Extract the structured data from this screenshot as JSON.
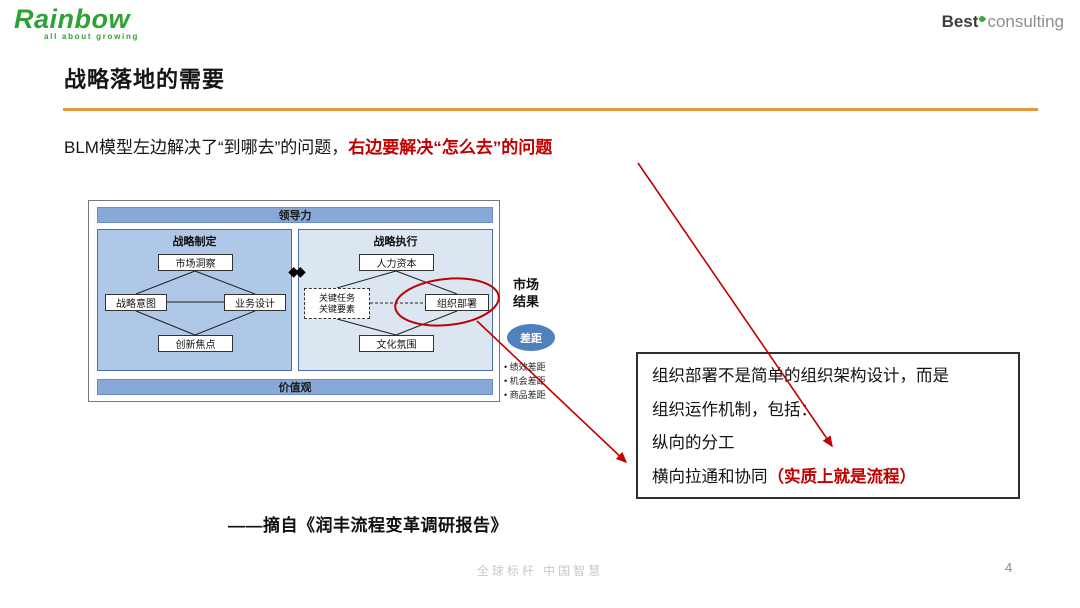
{
  "header": {
    "brand_left": "Rainbow",
    "brand_left_tagline": "all about growing",
    "brand_right_bold": "Best",
    "brand_right_light": "consulting"
  },
  "title": "战略落地的需要",
  "intro": {
    "black": "BLM模型左边解决了“到哪去”的问题，",
    "red": "右边要解决“怎么去”的问题"
  },
  "blm": {
    "leadership": "领导力",
    "values": "价值观",
    "connector": "◆◆",
    "strategy": {
      "title": "战略制定",
      "top": "市场洞察",
      "left": "战略意图",
      "right": "业务设计",
      "bottom": "创新焦点"
    },
    "execution": {
      "title": "战略执行",
      "top": "人力资本",
      "left_line1": "关键任务",
      "left_line2": "关键要素",
      "right": "组织部署",
      "bottom": "文化氛围"
    },
    "market_line1": "市场",
    "market_line2": "结果",
    "gap_badge": "差距",
    "gap_items": [
      "绩效差距",
      "机会差距",
      "商品差距"
    ]
  },
  "callout": {
    "line1": "组织部署不是简单的组织架构设计，而是",
    "line2": "组织运作机制，包括：",
    "line3": "纵向的分工",
    "line4": "横向拉通和协同",
    "line4_red": "（实质上就是流程）"
  },
  "attribution": "——摘自《润丰流程变革调研报告》",
  "watermark": "全球标杆 中国智慧",
  "page_number": "4",
  "colors": {
    "accent_orange": "#E8973A",
    "annotation_red": "#C00000",
    "brand_green": "#2FA235",
    "bar_blue": "#87A9D8",
    "panel_blue": "#AFC8E8",
    "panel_blue_light": "#DCE6F1",
    "gap_blue": "#4F81BD"
  }
}
